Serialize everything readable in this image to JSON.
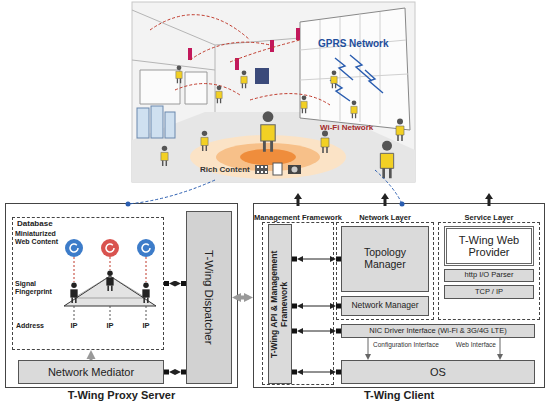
{
  "diagram": {
    "nodes": [
      {
        "text": [
          "T-Wing Proxy Server"
        ]
      },
      {
        "text": [
          "Database"
        ],
        "in": 0
      },
      {
        "text": [
          "Network Mediator"
        ],
        "in": 0
      },
      {
        "text": [
          "T-Wing Dispatcher"
        ],
        "in": 0
      },
      {
        "text": [
          "T-Wing Client"
        ]
      },
      {
        "text": [
          "Management Framework"
        ],
        "in": 4
      },
      {
        "text": [
          "T-Wing API & Management Framework"
        ],
        "in": 5
      },
      {
        "text": [
          "Network Layer"
        ],
        "in": 4
      },
      {
        "text": [
          "Topology Manager"
        ],
        "in": 7
      },
      {
        "text": [
          "Network Manager"
        ],
        "in": 7
      },
      {
        "text": [
          "Service Layer"
        ],
        "in": 4
      },
      {
        "text": [
          "T-Wing Web Provider"
        ],
        "in": 10
      },
      {
        "text": [
          "http I/O Parser"
        ],
        "in": 10
      },
      {
        "text": [
          "TCP / IP"
        ],
        "in": 10
      },
      {
        "text": [
          "NIC Driver Interface (Wi-Fi & 3G/4G LTE)"
        ],
        "in": 4
      },
      {
        "text": [
          "OS"
        ],
        "in": 4
      }
    ],
    "edges": [
      {
        "from": 1,
        "to": 3,
        "arrow": "both"
      },
      {
        "from": 2,
        "to": 1,
        "arrow": "to"
      },
      {
        "from": 2,
        "to": 3,
        "arrow": "both"
      },
      {
        "from": 3,
        "to": 4,
        "arrow": "both"
      },
      {
        "from": 6,
        "to": 8,
        "arrow": "both"
      },
      {
        "from": 6,
        "to": 9,
        "arrow": "both"
      },
      {
        "from": 6,
        "to": 14,
        "arrow": "both"
      },
      {
        "from": 6,
        "to": 15,
        "arrow": "both"
      },
      {
        "from": 14,
        "to": 15,
        "label": "Configuration Interface",
        "arrow": "to"
      },
      {
        "from": 14,
        "to": 15,
        "label": "Web Interface",
        "arrow": "to"
      }
    ],
    "labels": [
      "GPRS Network",
      "Wi-Fi Network",
      "Rich Content",
      "Miniaturized Web Content",
      "Signal Fingerprint",
      "Address",
      "IP",
      "IP",
      "IP"
    ]
  }
}
